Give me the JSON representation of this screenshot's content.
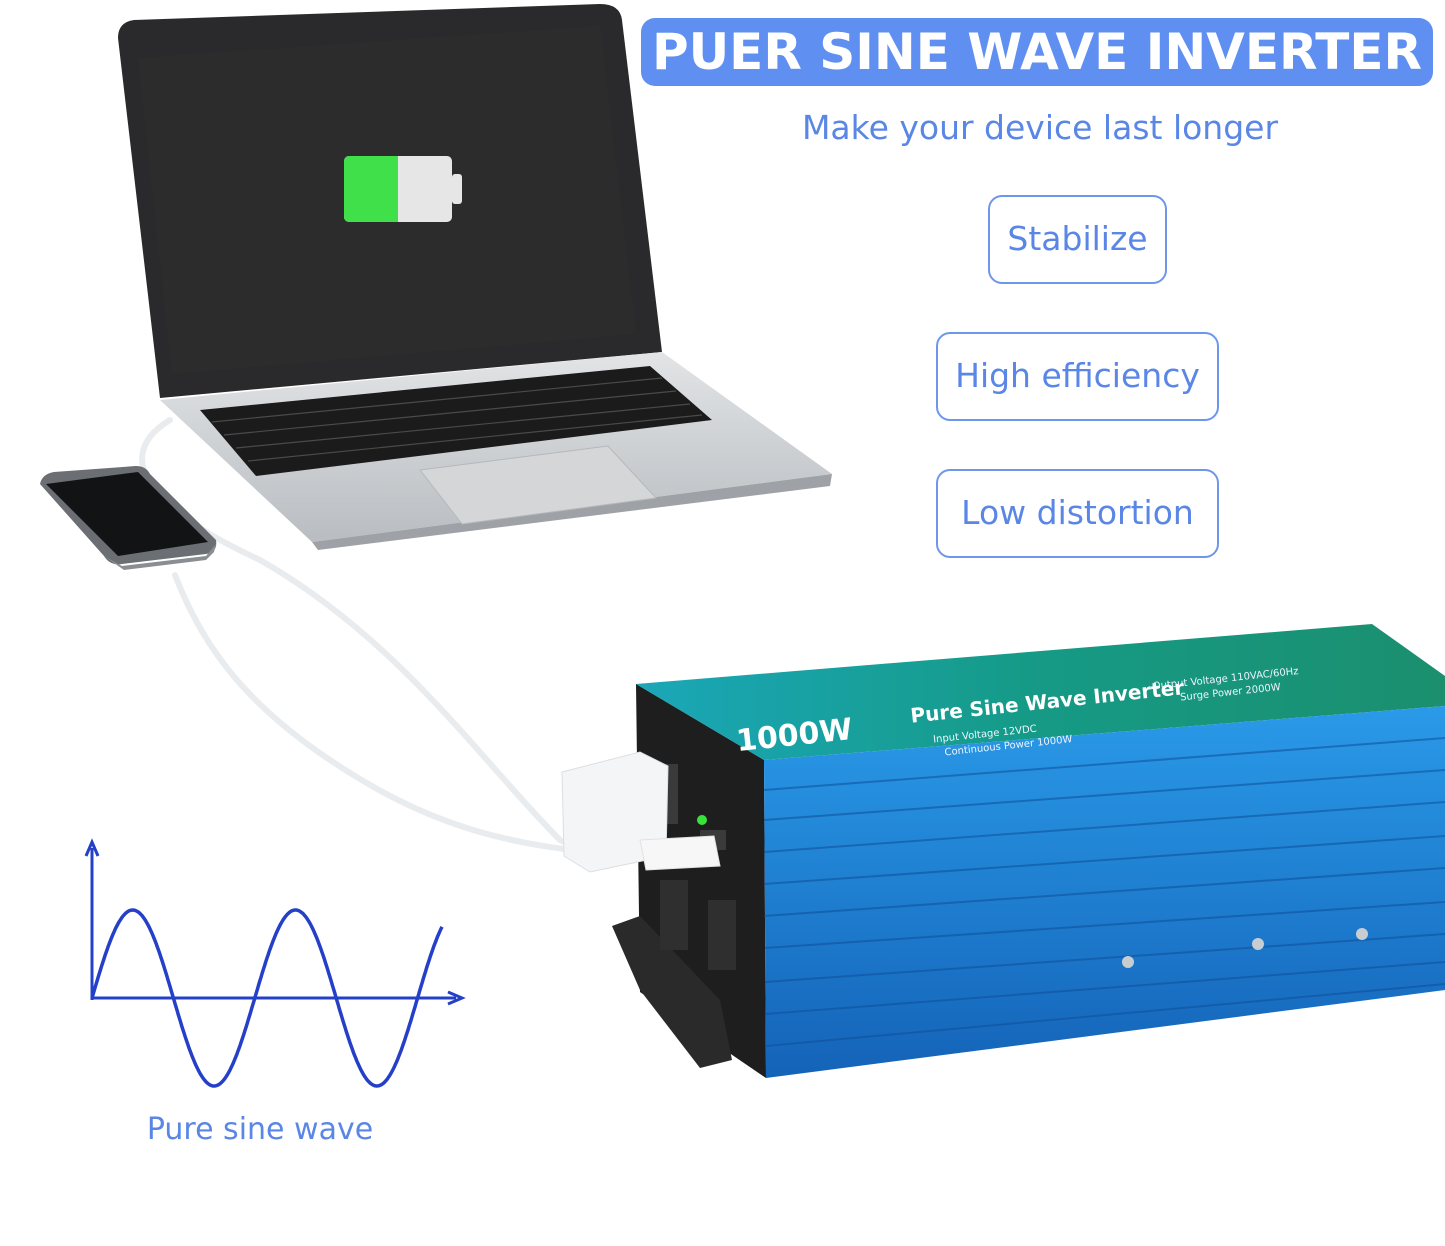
{
  "header": {
    "title": "PUER SINE WAVE INVERTER",
    "subtitle": "Make your device last longer"
  },
  "features": [
    {
      "label": "Stabilize"
    },
    {
      "label": "High efficiency"
    },
    {
      "label": "Low distortion"
    }
  ],
  "wave": {
    "caption": "Pure sine wave"
  },
  "inverter": {
    "model": "1000W",
    "name": "Pure Sine Wave Inverter",
    "input_voltage": "Input Voltage 12VDC",
    "continuous_power": "Continuous Power 1000W",
    "output_voltage": "Output Voltage 110VAC/60Hz",
    "surge_power": "Surge Power 2000W"
  },
  "colors": {
    "accent_blue": "#5f8ff0",
    "text_blue": "#5a86e6",
    "wave_blue": "#2540c8",
    "battery_green": "#3fe04a",
    "inverter_blue": "#1f7fd6"
  }
}
